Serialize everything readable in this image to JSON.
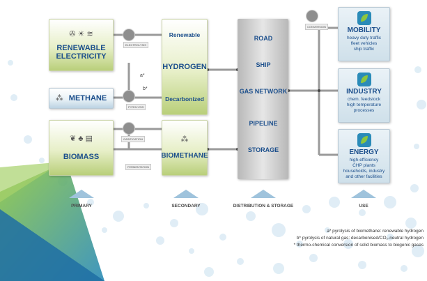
{
  "primary": {
    "renewable_electricity": "RENEWABLE\nELECTRICITY",
    "methane": "METHANE",
    "biomass": "BIOMASS"
  },
  "secondary": {
    "renewable": "Renewable",
    "hydrogen": "HYDROGEN",
    "decarbonized": "Decarbonized",
    "biomethane": "BIOMETHANE"
  },
  "distribution": [
    "ROAD",
    "SHIP",
    "GAS NETWORK",
    "PIPELINE",
    "STORAGE"
  ],
  "tags": {
    "electrolysis": "ELECTROLYSIS",
    "pyrolysis": "PYROLYSIS",
    "gasification": "GASIFICATION",
    "fermentation": "FERMENTATION",
    "conversion": "CONVERSION",
    "a": "a*",
    "b": "b*"
  },
  "use": [
    {
      "title": "MOBILITY",
      "sub": "heavy duty traffic\nfleet vehicles\nship traffic"
    },
    {
      "title": "INDUSTRY",
      "sub": "chem. feedstock\nhigh temperature\nprocesses"
    },
    {
      "title": "ENERGY",
      "sub": "high-efficiency\nCHP plants\nhouseholds, industry\nand other facilities"
    }
  ],
  "stages": {
    "primary": "PRIMARY",
    "secondary": "SECONDARY",
    "distribution": "DISTRIBUTION & STORAGE",
    "use": "USE"
  },
  "footnotes": [
    "a* pyrolysis of biomethane: renewable hydrogen",
    "b* pyrolysis of natural gas: decarbonised/CO₂-neutral hydrogen",
    "* thermo-chemical conversion of solid biomass to biogenic gases"
  ],
  "colors": {
    "accent_blue": "#1c4f8c",
    "green": "#b9cf7a",
    "teal": "#2a8bb8"
  }
}
